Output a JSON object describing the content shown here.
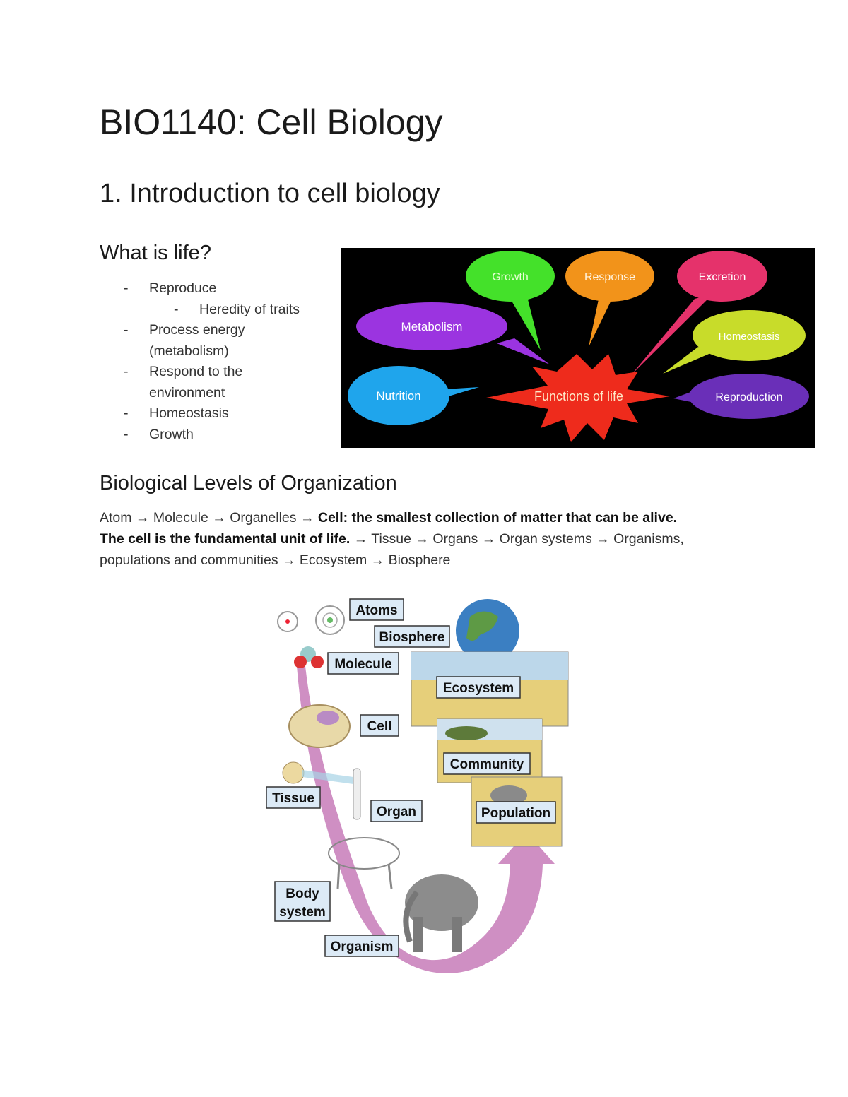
{
  "document": {
    "title": "BIO1140: Cell Biology",
    "section_title": "1. Introduction to cell biology"
  },
  "life": {
    "heading": "What is life?",
    "items": [
      {
        "dash": "-",
        "text": "Reproduce"
      },
      {
        "dash": "-",
        "text": "Heredity of traits"
      },
      {
        "dash": "-",
        "text": "Process energy"
      },
      {
        "text": "(metabolism)"
      },
      {
        "dash": "-",
        "text": "Respond to the"
      },
      {
        "text": "environment"
      },
      {
        "dash": "-",
        "text": "Homeostasis"
      },
      {
        "dash": "-",
        "text": "Growth"
      }
    ]
  },
  "functions_figure": {
    "center": "Functions of life",
    "bubbles": {
      "growth": "Growth",
      "response": "Response",
      "excretion": "Excretion",
      "metabolism": "Metabolism",
      "homeostasis": "Homeostasis",
      "nutrition": "Nutrition",
      "reproduction": "Reproduction"
    },
    "colors": {
      "growth": "#44e12a",
      "response": "#f2931a",
      "excretion": "#e5326b",
      "metabolism": "#9b34e0",
      "homeostasis": "#c8dc2a",
      "nutrition": "#1fa5ec",
      "reproduction": "#6a2fb8",
      "center": "#ee2b1c"
    }
  },
  "levels": {
    "heading": "Biological Levels of Organization",
    "text_1": "Atom → Molecule → Organelles → ",
    "bold_1": "Cell: the smallest collection of matter that can be alive.",
    "bold_2": "The cell is the fundamental unit of life.",
    "text_2": " → Tissue → Organs → Organ systems → Organisms, populations and communities → Ecosystem → Biosphere"
  },
  "levels_figure": {
    "labels": {
      "atoms": "Atoms",
      "biosphere": "Biosphere",
      "molecule": "Molecule",
      "ecosystem": "Ecosystem",
      "cell": "Cell",
      "community": "Community",
      "tissue": "Tissue",
      "organ": "Organ",
      "population": "Population",
      "body_1": "Body",
      "body_2": "system",
      "organism": "Organism"
    },
    "arrow_color": "#c77bb9",
    "label_fill": "#dceaf6"
  }
}
